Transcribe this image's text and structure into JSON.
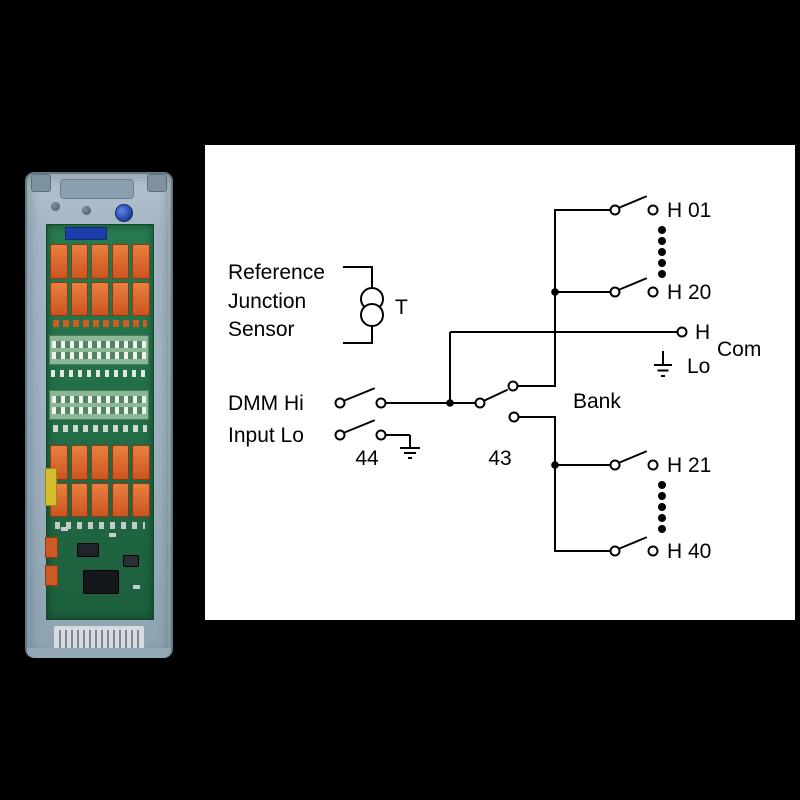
{
  "colors": {
    "page_background": "#000000",
    "diagram_background": "#ffffff",
    "line": "#000000",
    "module_case": "#a9bac6",
    "module_pcb": "#226b46",
    "module_relay": "#d96228",
    "module_terminal": "#8ab897",
    "module_thumbscrew": "#2e57c4"
  },
  "schematic": {
    "reference_sensor": {
      "line1": "Reference",
      "line2": "Junction",
      "line3": "Sensor",
      "symbol": "T"
    },
    "dmm": {
      "hi_label": "DMM Hi",
      "lo_label": "Input Lo",
      "relay_number": "44"
    },
    "bank_switch": {
      "label": "Bank",
      "relay_number": "43"
    },
    "common": {
      "hi": "H",
      "com": "Com",
      "lo": "Lo"
    },
    "bank1": {
      "first_channel": "H 01",
      "last_channel": "H 20"
    },
    "bank2": {
      "first_channel": "H 21",
      "last_channel": "H 40"
    }
  }
}
